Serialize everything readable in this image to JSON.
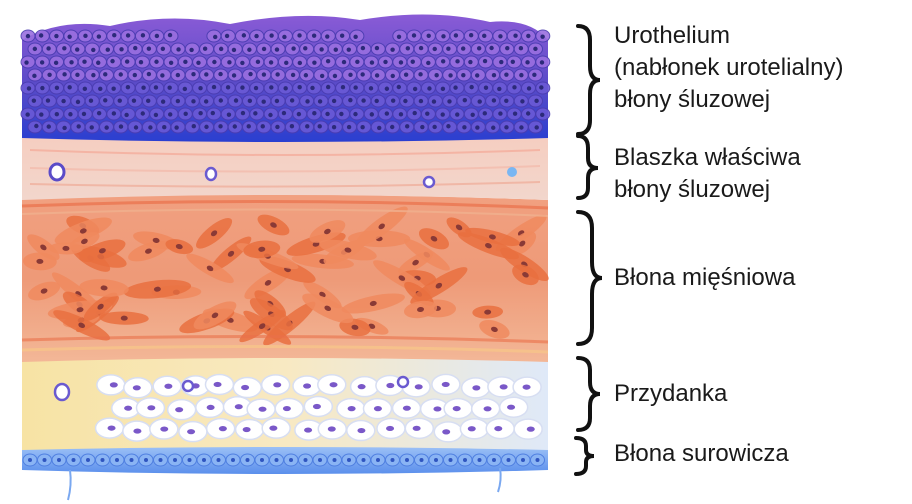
{
  "layers": [
    {
      "id": "urothelium",
      "label": "Urothelium\n(nabłonek urotelialny)\nbłony śluzowej",
      "color": "#5b4bc4"
    },
    {
      "id": "lamina",
      "label": "Blaszka właściwa\nbłony śluzowej",
      "color": "#f2c2b4"
    },
    {
      "id": "muscle",
      "label": "Błona mięśniowa",
      "color": "#ec8a66"
    },
    {
      "id": "adventitia",
      "label": "Przydanka",
      "color": "#f6e6b8"
    },
    {
      "id": "serosa",
      "label": "Błona surowicza",
      "color": "#6f9ef0"
    }
  ]
}
